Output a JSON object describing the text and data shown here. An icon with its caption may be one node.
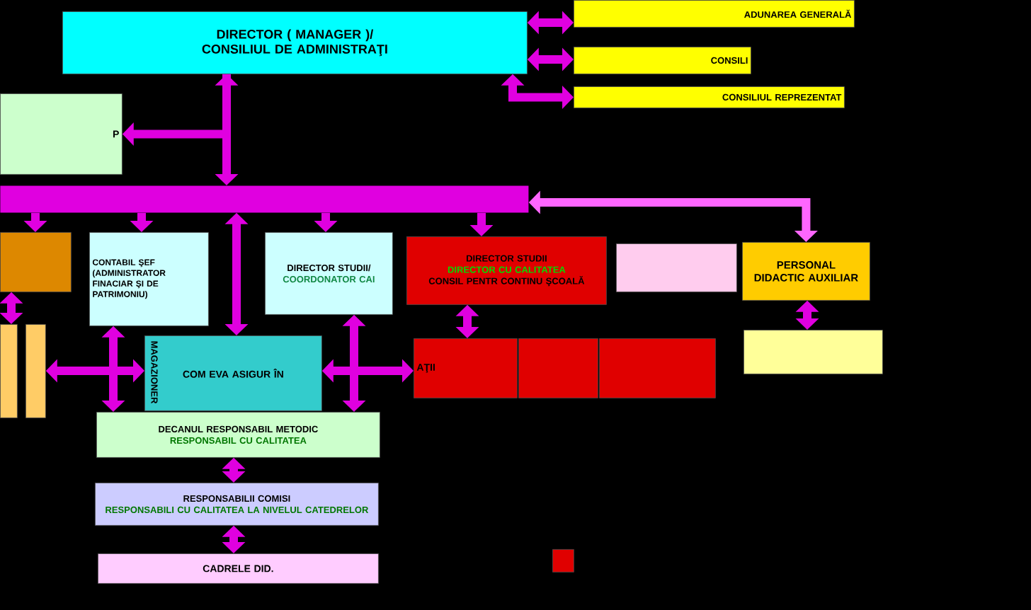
{
  "diagram": {
    "nodes": [
      {
        "text": [
          "DIRECTOR ( MANAGER )/",
          "CONSILIUL DE ADMINISTRAŢI"
        ]
      },
      {
        "text": [
          "ADUNAREA GENERALĂ"
        ]
      },
      {
        "text": [
          "CONSILI"
        ]
      },
      {
        "text": [
          "CONSILIUL REPREZENTAT"
        ]
      },
      {
        "text": [
          "P"
        ]
      },
      {
        "text": [],
        "shape": "bar"
      },
      {
        "text": [],
        "shape": "box"
      },
      {
        "text": [
          "CONTABIL ŞEF (ADMINISTRATOR FINACIAR ŞI DE PATRIMONIU)"
        ]
      },
      {
        "text": [
          "DIRECTOR STUDII/",
          "COORDONATOR CAI"
        ]
      },
      {
        "text": [
          "DIRECTOR STUDII",
          "DIRECTOR CU CALITATEA",
          "CONSIL PENTR CONTINU ŞCOALĂ"
        ]
      },
      {
        "text": [],
        "shape": "box"
      },
      {
        "text": [
          "PERSONAL DIDACTIC AUXILIAR"
        ]
      },
      {
        "text": [],
        "shape": "box"
      },
      {
        "text": [],
        "shape": "box"
      },
      {
        "text": [],
        "shape": "box"
      },
      {
        "text": [
          "COM EVA ASIGUR ÎN"
        ]
      },
      {
        "text": [
          "AŢII"
        ]
      },
      {
        "text": [],
        "shape": "box"
      },
      {
        "text": [],
        "shape": "box"
      },
      {
        "text": [
          "DECANUL RESPONSABIL METODIC",
          "RESPONSABIL CU CALITATEA"
        ]
      },
      {
        "text": [
          "RESPONSABILII COMISI",
          "RESPONSABILI CU CALITATEA LA NIVELUL CATEDRELOR"
        ]
      },
      {
        "text": [
          "CADRELE DID."
        ]
      },
      {
        "text": [],
        "shape": "box"
      }
    ],
    "edges": [
      {
        "from": 0,
        "to": 1,
        "arrow": "both"
      },
      {
        "from": 0,
        "to": 2,
        "arrow": "both"
      },
      {
        "from": 0,
        "to": 3,
        "arrow": "both"
      },
      {
        "from": 0,
        "to": 5,
        "arrow": "both"
      },
      {
        "from": 0,
        "to": 4,
        "arrow": "to"
      },
      {
        "from": 5,
        "to": 6,
        "arrow": "to"
      },
      {
        "from": 5,
        "to": 7,
        "arrow": "to"
      },
      {
        "from": 5,
        "to": 8,
        "arrow": "to"
      },
      {
        "from": 5,
        "to": 9,
        "arrow": "to"
      },
      {
        "from": 5,
        "to": 11,
        "arrow": "both",
        "color": "#ff66ff"
      },
      {
        "from": 6,
        "to": 13,
        "arrow": "both"
      },
      {
        "from": 5,
        "to": 15,
        "arrow": "both"
      },
      {
        "from": 14,
        "to": 15,
        "arrow": "both"
      },
      {
        "from": 7,
        "to": 19,
        "arrow": "both"
      },
      {
        "from": 15,
        "to": 16,
        "arrow": "both"
      },
      {
        "from": 8,
        "to": 19,
        "arrow": "both"
      },
      {
        "from": 9,
        "to": 16,
        "arrow": "both"
      },
      {
        "from": 11,
        "to": 12,
        "arrow": "both"
      },
      {
        "from": 19,
        "to": 20,
        "arrow": "both"
      },
      {
        "from": 20,
        "to": 21,
        "arrow": "both"
      }
    ],
    "labels": [
      "MAGAZIONER"
    ]
  }
}
